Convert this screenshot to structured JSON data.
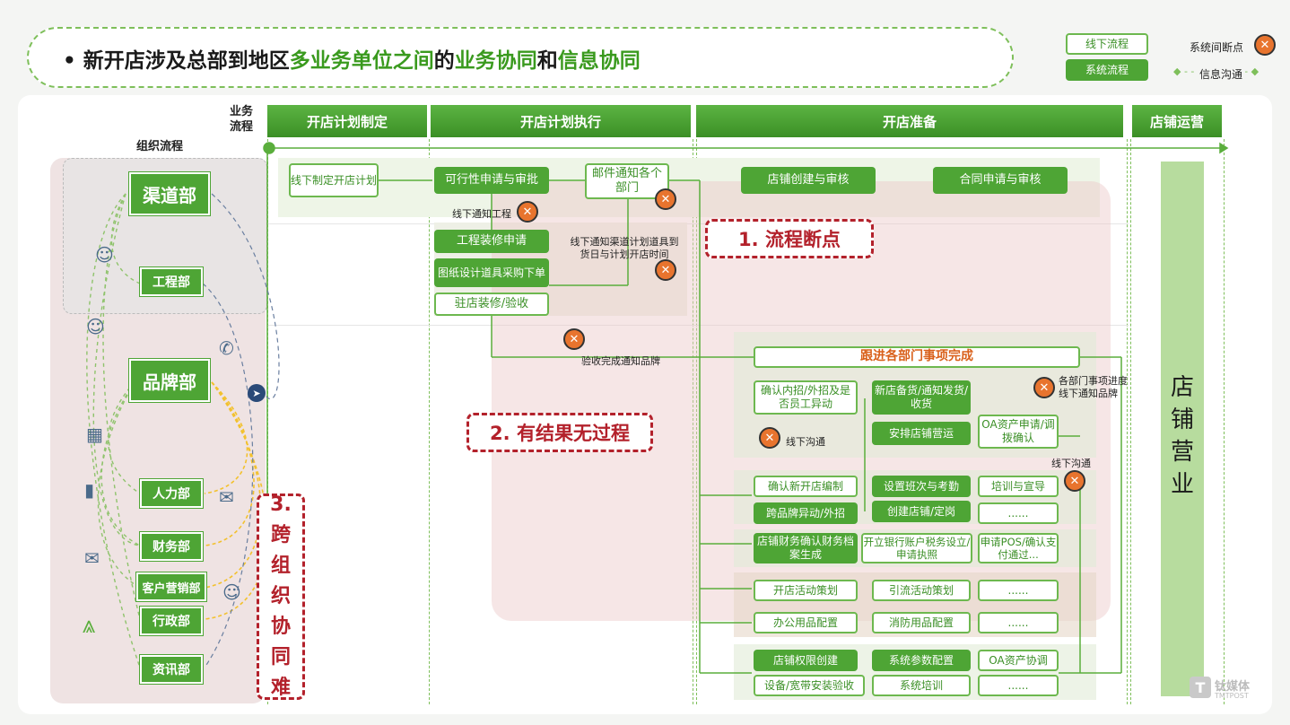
{
  "title": {
    "bullet": "•",
    "p1": "新开店涉及总部到地区",
    "g1": "多业务单位之间",
    "p2": "的",
    "g2": "业务协同",
    "p3": "和",
    "g3": "信息协同"
  },
  "legend": {
    "offline": "线下流程",
    "system": "系统流程",
    "breakpoint": "系统间断点",
    "info": "信息沟通"
  },
  "axis": {
    "biz": "业务流程",
    "org": "组织流程"
  },
  "phases": [
    "开店计划制定",
    "开店计划执行",
    "开店准备",
    "店铺运营"
  ],
  "depts": [
    "渠道部",
    "工程部",
    "品牌部",
    "人力部",
    "财务部",
    "客户营销部",
    "行政部",
    "资讯部"
  ],
  "plan": {
    "offline_plan": "线下制定开店计划"
  },
  "exec": {
    "feasibility": "可行性申请与审批",
    "mail": "邮件通知各个部门",
    "notify_eng": "线下通知工程",
    "eng_apply": "工程装修申请",
    "drawing": "图纸设计道具采购下单",
    "onsite": "驻店装修/验收",
    "notify_channel": "线下通知渠道计划道具到货日与计划开店时间",
    "accept_notify": "验收完成通知品牌"
  },
  "prep": {
    "store_create": "店铺创建与审核",
    "contract": "合同申请与审核",
    "follow": "跟进各部门事项完成",
    "confirm_hire": "确认内招/外招及是否员工异动",
    "stock": "新店备货/通知发货/收货",
    "arrange": "安排店铺营运",
    "oa_apply": "OA资产申请/调拨确认",
    "offline_comm": "线下沟通",
    "progress_note": "各部门事项进度线下通知品牌",
    "offline_comm2": "线下沟通",
    "r1": [
      "确认新开店编制",
      "设置班次与考勤",
      "培训与宣导"
    ],
    "r2": [
      "跨品牌异动/外招",
      "创建店铺/定岗",
      "......"
    ],
    "r3": [
      "店铺财务确认财务档案生成",
      "开立银行账户税务设立/申请执照",
      "申请POS/确认支付通过..."
    ],
    "r4": [
      "开店活动策划",
      "引流活动策划",
      "......"
    ],
    "r5": [
      "办公用品配置",
      "消防用品配置",
      "......"
    ],
    "r6": [
      "店铺权限创建",
      "系统参数配置",
      "OA资产协调"
    ],
    "r7": [
      "设备/宽带安装验收",
      "系统培训",
      "......"
    ]
  },
  "ops": {
    "label": "店铺营业"
  },
  "issues": {
    "i1": "1. 流程断点",
    "i2": "2. 有结果无过程",
    "i3": "3. 跨组织协同难"
  },
  "watermark": {
    "cn": "钛媒体",
    "en": "TMTPOST"
  },
  "colors": {
    "accent": "#4ea535",
    "issue": "#b3212b",
    "breakpoint": "#e8742e"
  }
}
